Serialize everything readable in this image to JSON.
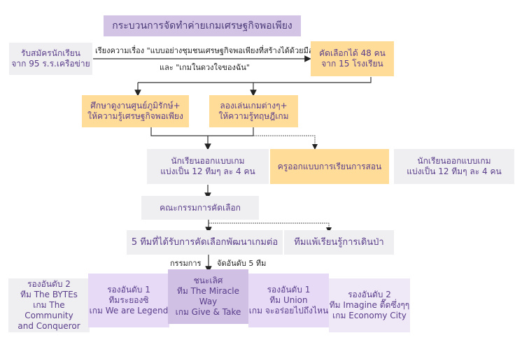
{
  "title": "กระบวนการจัดทำค่ายเกมเศรษฐกิจพอเพียง",
  "nodes": {
    "recruit": "รับสมัครนักเรียน\nจาก 95 ร.ร.เครือข่าย",
    "selected": "คัดเลือกได้ 48 คน\nจาก 15 โรงเรียน",
    "study_visit": "ศึกษาดูงานศูนย์ภูมิรักษ์+\nให้ความรู้เศรษฐกิจพอเพียง",
    "play_games": "ลองเล่นเกมต่างๆ+\nให้ความรู้ทฤษฎีเกม",
    "students_design": "นักเรียนออกแบบเกม\nแบ่งเป็น 12 ทีมๆ ละ 4 คน",
    "teachers_design": "ครูออกแบบการเรียนการสอน",
    "students_design_right": "นักเรียนออกแบบเกม\nแบ่งเป็น 12 ทีมๆ ละ 4 คน",
    "committee": "คณะกรรมการคัดเลือก",
    "five_teams": "5 ทีมที่ได้รับการคัดเลือกพัฒนาเกมต่อ",
    "losing_teams": "ทีมแพ้เรียนรู้การเดินป่า",
    "rank_2_left": "รองอันดับ 2\nทีม The BYTEs\nเกม The Community\nand Conqueror",
    "rank_1_left": "รองอันดับ 1\nทีมระยองซิ\nเกม We are Legend",
    "winner": "ชนะเลิศ\nทีม The Miracle Way\nเกม Give & Take",
    "rank_1_right": "รองอันดับ 1\nทีม Union\nเกม จะอร่อยไปถึงไหน",
    "rank_2_right": "รองอันดับ 2\nทีม Imagine ตื๊ดซึ่งๆๆ\nเกม Economy City"
  },
  "labels": {
    "arrow_top_line1": "เรียงความเรื่อง \"แบบอย่างชุมชนเศรษฐกิจพอเพียงที่สร้างได้ด้วยมือเรา\"",
    "arrow_top_line2": "และ \"เกมในดวงใจของฉัน\"",
    "judges": "กรรมการ",
    "rank_five": "จัดอันดับ 5 ทีม"
  }
}
